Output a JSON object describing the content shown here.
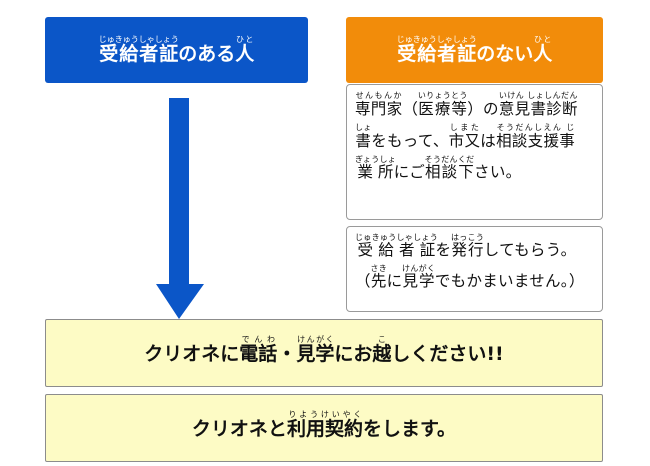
{
  "colors": {
    "left_header_bg": "#0b56c8",
    "right_header_bg": "#f28c0a",
    "arrow": "#0b56c8",
    "action_bg": "#fdfbc5"
  },
  "left_header": {
    "w1": "受給者証",
    "r1": "じゅきゅうしゃしょう",
    "w2": "のある",
    "w3": "人",
    "r3": "ひと"
  },
  "right_header": {
    "w1": "受給者証",
    "r1": "じゅきゅうしゃしょう",
    "w2": "のない",
    "w3": "人",
    "r3": "ひと"
  },
  "note_opinion": {
    "l1": [
      {
        "t": "専門家",
        "r": "せんもんか"
      },
      {
        "t": "（"
      },
      {
        "t": "医療等",
        "r": "いりょうとう"
      },
      {
        "t": "）の"
      },
      {
        "t": "意見書診断",
        "r": "いけん しょしんだん"
      }
    ],
    "l2": [
      {
        "t": "書",
        "r": "しょ"
      },
      {
        "t": "をもって、"
      },
      {
        "t": "市又",
        "r": "しまた"
      },
      {
        "t": "は"
      },
      {
        "t": "相談支援事",
        "r": "そうだんしえん じ"
      }
    ],
    "l3": [
      {
        "t": "業所",
        "r": "ぎょうしょ"
      },
      {
        "t": "にご"
      },
      {
        "t": "相談下",
        "r": "そうだんくだ"
      },
      {
        "t": "さい。"
      }
    ]
  },
  "note_issue": {
    "l1": [
      {
        "t": "受給者証",
        "r": "じゅきゅうしゃしょう"
      },
      {
        "t": "を"
      },
      {
        "t": "発行",
        "r": "はっこう"
      },
      {
        "t": "してもらう。"
      }
    ],
    "l2": [
      {
        "t": "（"
      },
      {
        "t": "先",
        "r": "さき"
      },
      {
        "t": "に"
      },
      {
        "t": "見学",
        "r": "けんがく"
      },
      {
        "t": "でもかまいません。）"
      }
    ]
  },
  "action_contact": {
    "w1": "クリオネに",
    "w2": "電話",
    "r2": "でんわ",
    "w3": "・",
    "w4": "見学",
    "r4": "けんがく",
    "w5": "にお",
    "w6": "越",
    "r6": "こ",
    "w7": "しください!!"
  },
  "action_contract": {
    "w1": "クリオネと",
    "w2": "利用契約",
    "r2": "りようけいやく",
    "w3": "をします。"
  }
}
